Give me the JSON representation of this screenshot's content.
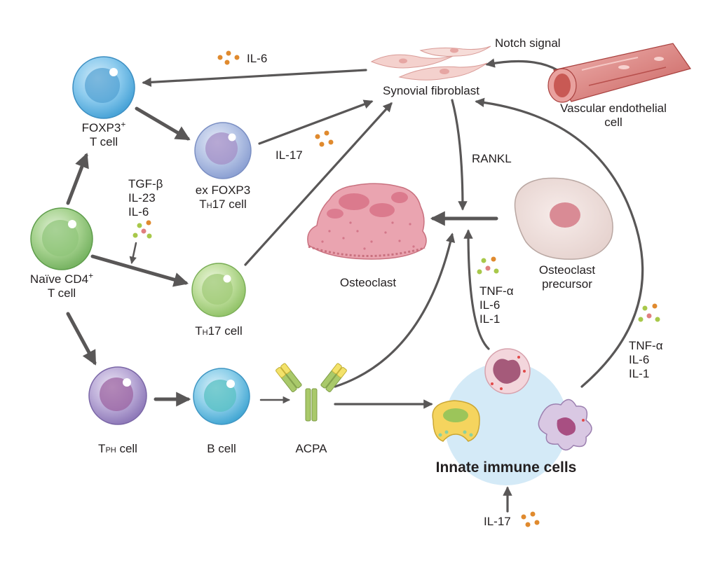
{
  "nodes": {
    "foxp3_t": {
      "line1": "FOXP3",
      "sup": "+",
      "line2": "T cell"
    },
    "naive_cd4": {
      "line1": "Naïve CD4",
      "sup": "+",
      "line2": "T cell"
    },
    "ex_foxp3": {
      "line1": "ex FOXP3",
      "line2_prefix": "T",
      "line2_sub": "H",
      "line2_suffix": "17 cell"
    },
    "th17": {
      "prefix": "T",
      "sub": "H",
      "suffix": "17 cell"
    },
    "tph": {
      "prefix": "T",
      "sub": "PH",
      "suffix": " cell"
    },
    "b_cell": {
      "label": "B cell"
    },
    "acpa": {
      "label": "ACPA"
    },
    "synovial_fibroblast": {
      "label": "Synovial fibroblast"
    },
    "vascular_endothelial": {
      "line1": "Vascular endothelial",
      "line2": "cell"
    },
    "osteoclast": {
      "label": "Osteoclast"
    },
    "osteoclast_precursor": {
      "line1": "Osteoclast",
      "line2": "precursor"
    },
    "innate_immune": {
      "label": "Innate immune cells"
    }
  },
  "signals": {
    "il6_top": "IL-6",
    "notch": "Notch signal",
    "il17_mid": "IL-17",
    "tgf_group": [
      "TGF-β",
      "IL-23",
      "IL-6"
    ],
    "rankl": "RANKL",
    "cytokines_center": [
      "TNF-α",
      "IL-6",
      "IL-1"
    ],
    "cytokines_right": [
      "TNF-α",
      "IL-6",
      "IL-1"
    ],
    "il17_bottom": "IL-17"
  },
  "colors": {
    "arrow": "#595757",
    "foxp3_cell": "#62b3e2",
    "naive_cell": "#8cc77a",
    "exfoxp3_cell": "#9fb3dc",
    "th17_cell": "#a8d384",
    "tph_cell": "#a690c6",
    "b_cell": "#5fb8dd",
    "innate_bg": "#d4eaf7",
    "osteoclast": "#e9a1ad",
    "fibroblast": "#f2c6c4",
    "acpa_yellow": "#f3e26a",
    "acpa_green": "#a9c96a"
  }
}
